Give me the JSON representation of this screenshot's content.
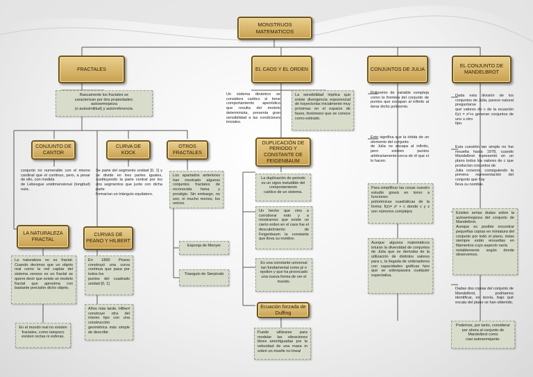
{
  "nodes": {
    "root": "MONSTRUOS\nMATEMATICOS",
    "fractales": "FRACTALES",
    "caos": "EL CAOS Y EL ORDEN",
    "julia": "CONJUNTOS DE JULIA",
    "mandelbrot": "EL CONJUNTO DE\nMANDELBROT",
    "cantor": "CONJUNTO DE\nCANTOR",
    "koch": "CURVA DE KOCK",
    "otros": "OTROS\nFRACTALES",
    "naturaleza": "LA NATURALEZA\nFRACTAL",
    "peano": "CURVAS DE\nPEANO Y HILBERT",
    "feigenbaum": "DUPLICACIÓN DE\nPERIODO Y\nCONSTANTE DE\nFEIGENBAUM",
    "duffing": "Ecuación forzada de\nDuffing"
  },
  "notes": {
    "fractales_def": "Bascamente los fractales se\ncaracterizan por dos propiedades:\nautosemejanza\n(o autosimilitud) y autorreferencia.",
    "caos_1": "Un sistema dinámico se considera caótico si tiene comportamiento aperiódico que resulta del modelo determinista, presenta gran sensibilidad a las condiciones iniciales.",
    "caos_2": "La sensibilidad implica que existe divergencia exponencial de trayectorias inicialmente muy próximas en el espacio de fases, fenómeno que se conoce como estirado.",
    "cantor_desc": "conjunto no numerable con el mismo cardinal que el continuo, pero, a pesar de ello, con medida\nde Lebesgue unidimensional (longitud) nula.",
    "koch_desc": "Se parte del segmento unidad [0, 1] y se divide en tres partes iguales, sustituyendo la parte central por los dos segmentos que junto con dicha parte\nformarían un triángulo equilatero.",
    "otros_desc": "Los apartados anteriores han mostrado algunos conjuntos fractales de reconocida fama y prestigio. Sin embargo, no son, ni mucho menos, los unicos.",
    "menger": "Esponja de Menyer",
    "sierpinski": "Triangulo de Sierpinski",
    "naturaleza_desc": "La naturaleza no es fractal. Cuando decimos que un objeto real como la red capilar del sistema venoso es un fractal se quiere decir que existe un modelo fractal que aproxima con bastante precisión dicho objeto.",
    "naturaleza_2": "En el mundo real no existen fractales, como tampoco existen rectas ni esferas.",
    "peano_1": "En 1890 Peano construyó una curva continua que pasa por todos los\npuntos del cuadrado unidad [0, 1]",
    "peano_2": "Años más tarde, Hilbert construye otra del mismo tipo con una construcción geométrica más simple de describir.",
    "feig_1": "La duplicación de periodo es un signo ineludible del comportamiento\ncaótico de un sistema.",
    "feig_2": "Un hecho que vino a corroborar esto y a mostrarnos que existe un cierto orden en el caos fue el descubrimiento de Feigenbaum la constante que lleva su nombre.",
    "feig_3": "Es una constante universal tan fundamental como pi o epsilon y que ha provocado una nueva forma de ver el mundo.",
    "duffing_desc": "Puede utilizarse para modelar las vibraciones libres amortiguadas por la velocidad de una masa m sobre un muelle no lineal",
    "julia_1": "Polinomio de variable compleja como la frontera del conjunto de puntos que escapan al infinito al iterar dicho polinomio.",
    "julia_2": "Esto significa que la órbita de un elemento del conjunto\nde Julia no escapa al infinito, pero existen puntos arbitrariamente cerca de él que sí lo hacen.",
    "julia_3": "Para simplificar las cosas nuestro estudio girará en torno a funciones\npolinómicas cuadráticas de la forma: f(z)= z² + c donde c y z son números complejos",
    "julia_4": "Aunque algunos matemáticos intuían la diversidad de conjuntos de Julia que se derivaba de la utilización de distintos valores para c, la llegada de ordenadores con capacidades gráficas hizo que se sobrepasara cualquier expectativa.",
    "mand_1": "Dada esta división de los conjuntos de Julia, parece natural preguntarse\nqué valores de c de la ecuación f(z) = z²+c generan conjuntos de uno u otro\ntipo.",
    "mand_2": "Esta cuestión tan simple no fue resuelta hasta 1978, cuando Mandelbrot representó en un plano todos los valores de c que producían conjuntos de\nJulia conexos, consiguiendo la primera representación del conjunto que hoy\nlleva su nombre.",
    "mand_3": "Existen serias dudas sobre la autosemejanza del conjunto de Mandelbrot.\nAunque es posible encontrar pequeñas copias en miniatura del conjunto por todo el plano, éstas siempre están envueltas en filamentos cuyo aspecto varía\nnotablemente según donde observemos.",
    "mand_4": "Dadas dos copias del conjunto de Mandelbrot, podríamos identificar, en teoría, bajo qué escala del plano se han obtenido.",
    "mand_5": "Podemos, por tanto, considerar por ahora al conjunto de Mandelbrot como\ncasi autosemejante."
  },
  "colors": {
    "node_fill_top": "#e9cf8d",
    "node_fill_bottom": "#c9a150",
    "node_border": "#6e5418",
    "note_fill": "#d7dccb",
    "connector": "#555555"
  }
}
